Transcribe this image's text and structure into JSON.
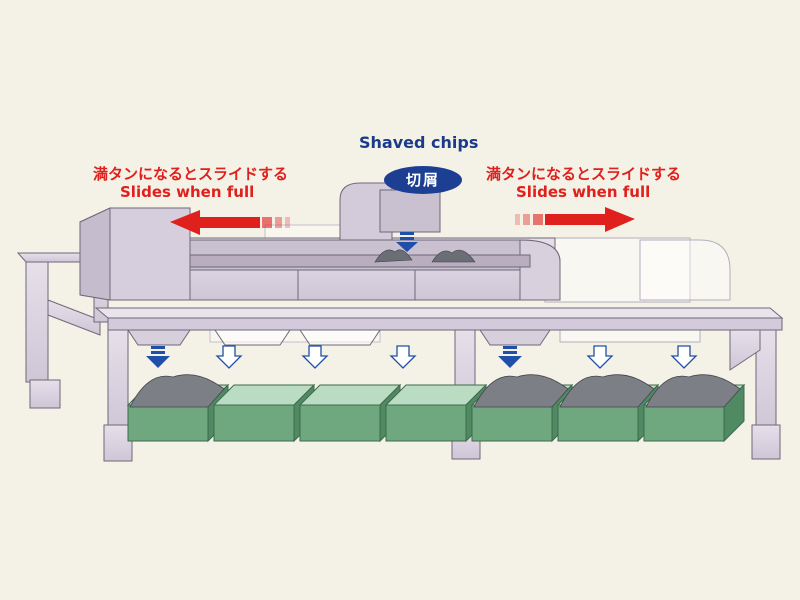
{
  "labels": {
    "shaved_chips": "Shaved chips",
    "badge_jp": "切屑",
    "slides_left_jp": "満タンになるとスライドする",
    "slides_left_en": "Slides when full",
    "slides_right_jp": "満タンになるとスライドする",
    "slides_right_en": "Slides when full"
  },
  "colors": {
    "background": "#f4f1e6",
    "frame": "#d9d1de",
    "frame_stroke": "#6e6878",
    "bin_green": "#6fa87f",
    "bin_green_light": "#b9dcc2",
    "arrow_red": "#e0201c",
    "arrow_blue": "#1f4fa8",
    "badge_blue": "#1c3f93",
    "label_blue": "#1a3a8c"
  },
  "bins": [
    {
      "state": "full"
    },
    {
      "state": "empty"
    },
    {
      "state": "empty"
    },
    {
      "state": "empty"
    },
    {
      "state": "full"
    },
    {
      "state": "full"
    },
    {
      "state": "full"
    }
  ],
  "drop_arrows": [
    "solid",
    "outline",
    "outline",
    "outline",
    "solid",
    "outline",
    "outline"
  ]
}
